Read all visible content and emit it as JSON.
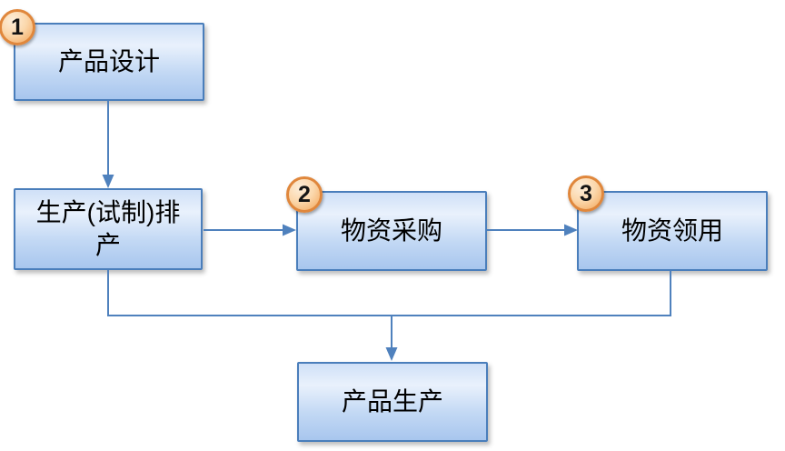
{
  "diagram": {
    "type": "flowchart",
    "background": "#ffffff",
    "nodes": [
      {
        "id": "product-design",
        "label": "产品设计",
        "badge": "1"
      },
      {
        "id": "production-trial-scheduling",
        "label": "生产(试制)排\n产",
        "badge": ""
      },
      {
        "id": "material-procurement",
        "label": "物资采购",
        "badge": "2"
      },
      {
        "id": "material-requisition",
        "label": "物资领用",
        "badge": "3"
      },
      {
        "id": "product-production",
        "label": "产品生产",
        "badge": ""
      }
    ],
    "edges": [
      {
        "from": "product-design",
        "to": "production-trial-scheduling"
      },
      {
        "from": "production-trial-scheduling",
        "to": "material-procurement"
      },
      {
        "from": "material-procurement",
        "to": "material-requisition"
      },
      {
        "from": "production-trial-scheduling",
        "to": "product-production"
      },
      {
        "from": "material-requisition",
        "to": "product-production"
      }
    ],
    "colors": {
      "node_border": "#4a7ebb",
      "node_fill_top": "#d8e6f9",
      "node_fill_bottom": "#a8c6ee",
      "connector": "#4f81bd",
      "badge_ring": "#e0873c",
      "badge_fill": "#fbd7ab",
      "text": "#000000"
    }
  }
}
